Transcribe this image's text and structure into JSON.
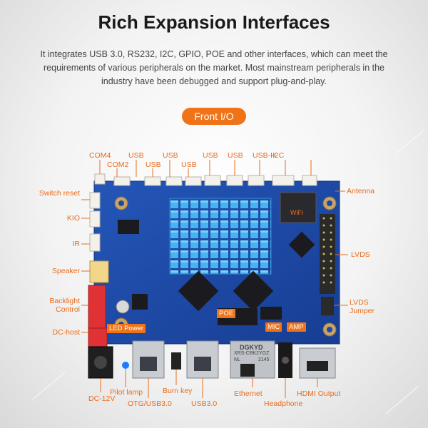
{
  "header": {
    "title": "Rich Expansion Interfaces",
    "description": "It integrates USB 3.0, RS232, I2C, GPIO, POE and other interfaces, which can meet the requirements of various peripherals on the market. Most mainstream peripherals in the industry have been debugged and support plug-and-play.",
    "badge": "Front I/O"
  },
  "top_labels": [
    "COM4",
    "COM2",
    "USB",
    "USB",
    "USB",
    "USB",
    "USB",
    "USB",
    "USB-H",
    "I2C"
  ],
  "left_labels": [
    "Switch reset",
    "KIO",
    "IR",
    "Speaker",
    "Backlight Control",
    "DC-host"
  ],
  "right_labels": [
    "Antenna",
    "LVDS",
    "LVDS Jumper"
  ],
  "bottom_labels": [
    "DC-12V",
    "Pilot lamp",
    "OTG/USB3.0",
    "Burn key",
    "USB3.0",
    "Ethernet",
    "Headphone",
    "HDMI Output"
  ],
  "board_tags": [
    "LED Power",
    "POE",
    "MIC",
    "AMP"
  ],
  "board_text": {
    "wifi": "WiFi",
    "eth_brand": "DGKYD",
    "eth_model": "XRS-CBK2YGZ",
    "eth_nl": "NL",
    "eth_num": "2145"
  },
  "colors": {
    "accent": "#f07318",
    "pcb": "#1d4aa8",
    "heatsink": "#35a6e8"
  }
}
